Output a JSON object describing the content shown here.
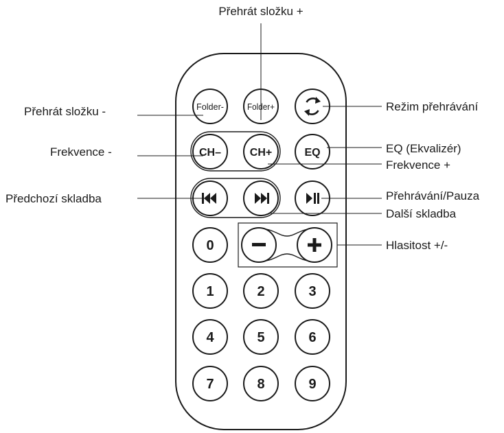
{
  "labels": {
    "play_folder_plus": "Přehrát složku +",
    "play_folder_minus": "Přehrát složku -",
    "play_mode": "Režim přehrávání",
    "frequency_minus": "Frekvence -",
    "eq": "EQ (Ekvalizér)",
    "frequency_plus": "Frekvence +",
    "previous_track": "Předchozí skladba",
    "play_pause": "Přehrávání/Pauza",
    "next_track": "Další skladba",
    "volume": "Hlasitost +/-"
  },
  "buttons": {
    "folder_minus": "Folder-",
    "folder_plus": "Folder+",
    "ch_minus": "CH–",
    "ch_plus": "CH+",
    "eq": "EQ",
    "digits": [
      "0",
      "1",
      "2",
      "3",
      "4",
      "5",
      "6",
      "7",
      "8",
      "9"
    ]
  },
  "icons": {
    "mode": "repeat-cycle-icon",
    "previous": "skip-previous-icon",
    "next": "skip-next-icon",
    "play_pause": "play-pause-icon",
    "volume_down": "minus-icon",
    "volume_up": "plus-icon"
  }
}
